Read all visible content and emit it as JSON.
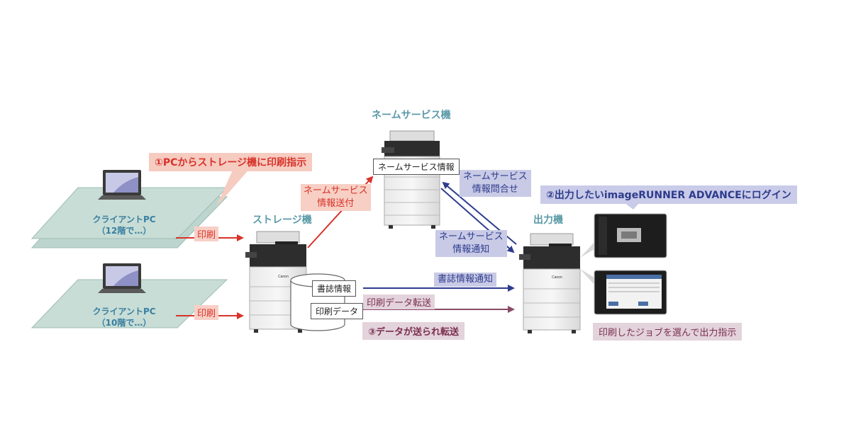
{
  "nodes": {
    "name_service_machine": "ネームサービス機",
    "storage_machine": "ストレージ機",
    "output_machine": "出力機",
    "client_pc_12": "クライアントPC\n（12階で…）",
    "client_pc_10": "クライアントPC\n（10階で…）",
    "name_service_info": "ネームサービス情報",
    "bibliographic_info": "書誌情報",
    "print_data": "印刷データ"
  },
  "callouts": {
    "step1": "①PCからストレージ機に印刷指示",
    "step2": "②出力したいimageRUNNER ADVANCEにログイン",
    "step3": "③データが送られ転送",
    "select_job": "印刷したジョブを選んで出力指示"
  },
  "edges": {
    "print_12": "印刷",
    "print_10": "印刷",
    "ns_info_send": "ネームサービス\n情報送付",
    "ns_info_query": "ネームサービス\n情報問合せ",
    "ns_info_notify": "ネームサービス\n情報通知",
    "biblio_notify": "書誌情報通知",
    "print_data_transfer": "印刷データ転送"
  },
  "brand": "Canon",
  "colors": {
    "red": "#d8332a",
    "navy": "#2e3c8c",
    "maroon": "#8a4a66",
    "teal_title": "#5a9aa8",
    "floor": "#bcd6cf"
  }
}
